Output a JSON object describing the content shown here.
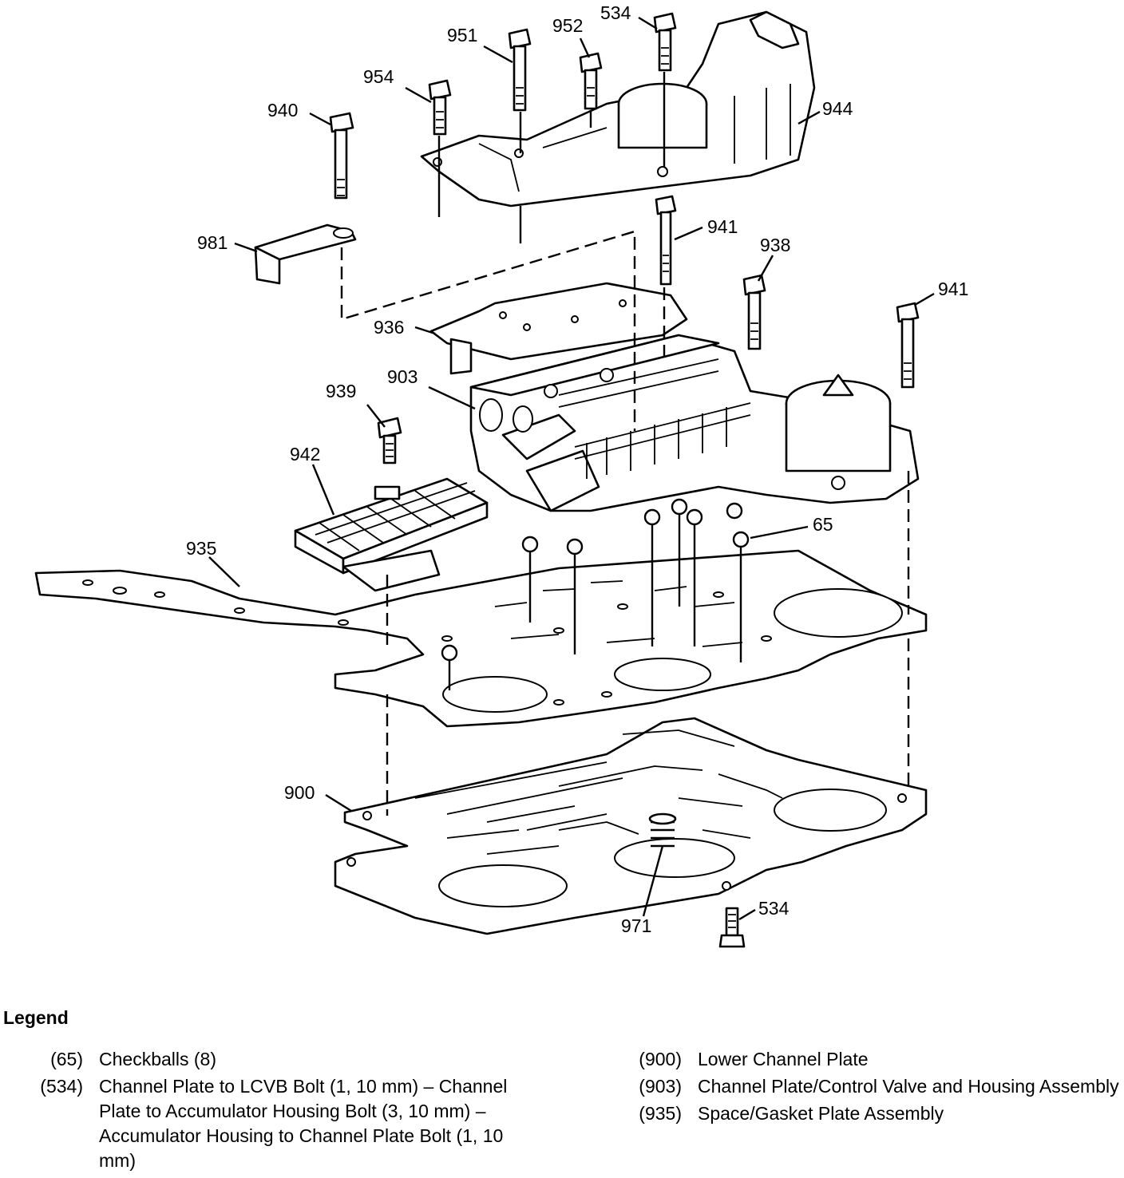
{
  "diagram": {
    "callouts": [
      "951",
      "952",
      "534",
      "954",
      "940",
      "944",
      "981",
      "941",
      "938",
      "941",
      "936",
      "903",
      "939",
      "942",
      "65",
      "935",
      "900",
      "534",
      "971"
    ]
  },
  "legend": {
    "title": "Legend",
    "left": [
      {
        "num": "(65)",
        "desc": "Checkballs (8)"
      },
      {
        "num": "(534)",
        "desc": "Channel Plate to LCVB Bolt (1, 10 mm) – Channel Plate to Accumulator Housing Bolt (3, 10 mm) – Accumulator Housing to Channel Plate Bolt (1, 10 mm)"
      }
    ],
    "right": [
      {
        "num": "(900)",
        "desc": "Lower Channel Plate"
      },
      {
        "num": "(903)",
        "desc": "Channel Plate/Control Valve and Housing Assembly"
      },
      {
        "num": "(935)",
        "desc": "Space/Gasket Plate Assembly"
      }
    ]
  }
}
